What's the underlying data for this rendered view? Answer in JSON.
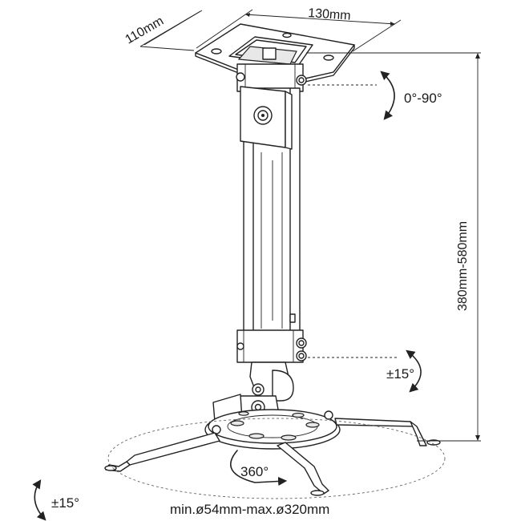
{
  "labels": {
    "width": "130mm",
    "depth": "110mm",
    "tilt_top": "0°-90°",
    "height": "380mm-580mm",
    "tilt_mid": "±15°",
    "rotation": "360°",
    "tilt_bottom": "±15°",
    "mount_range": "min.ø54mm-max.ø320mm"
  }
}
